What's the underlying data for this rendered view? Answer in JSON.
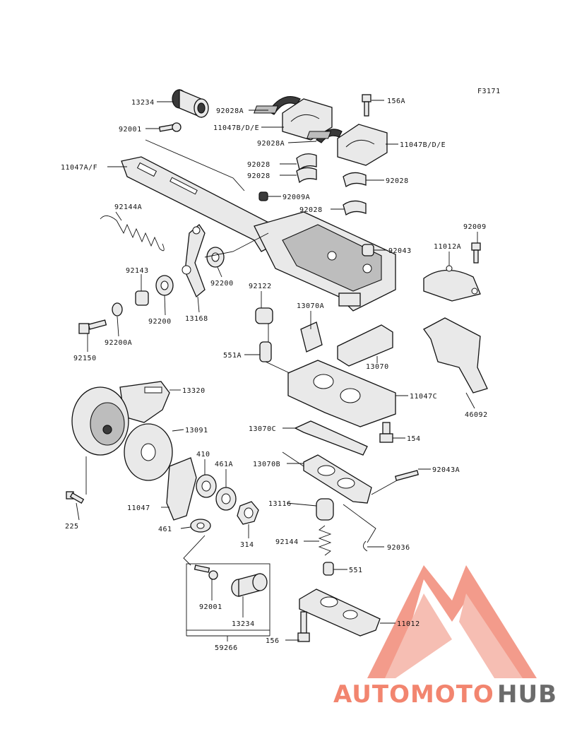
{
  "figure_code": "F3171",
  "labels": {
    "l13234_top": "13234",
    "l92028a_top": "92028A",
    "l156a_top": "156A",
    "l11047bde_1": "11047B/D/E",
    "l92001_top": "92001",
    "l92028a_2": "92028A",
    "l11047bde_2": "11047B/D/E",
    "l11047af": "11047A/F",
    "l92028_1": "92028",
    "l92028_2": "92028",
    "l92028_3": "92028",
    "l92009a": "92009A",
    "l92028_4": "92028",
    "l92144a": "92144A",
    "l92009": "92009",
    "l82043": "92043",
    "l11012a": "11012A",
    "l92143": "92143",
    "l92200_1": "92200",
    "l92122": "92122",
    "l13168": "13168",
    "l92200_2": "92200",
    "l13070a": "13070A",
    "l92200a": "92200A",
    "l92150": "92150",
    "l551a": "551A",
    "l13070": "13070",
    "l13320": "13320",
    "l11047c": "11047C",
    "l46092": "46092",
    "l13091": "13091",
    "l13070c": "13070C",
    "l154": "154",
    "l410": "410",
    "l461a": "461A",
    "l13070b": "13070B",
    "l92043a": "92043A",
    "l11047": "11047",
    "l13116": "13116",
    "l225": "225",
    "l461": "461",
    "l314": "314",
    "l92144": "92144",
    "l92036": "92036",
    "l551": "551",
    "l92001_bot": "92001",
    "l11012": "11012",
    "l13234_bot": "13234",
    "l156": "156",
    "l59266": "59266"
  },
  "watermark": {
    "part1": "AUTOMOTO",
    "part2": "HUB",
    "color_primary": "#f2856f",
    "color_accent": "#f5c08a",
    "color_dark": "#6b6b6b"
  }
}
